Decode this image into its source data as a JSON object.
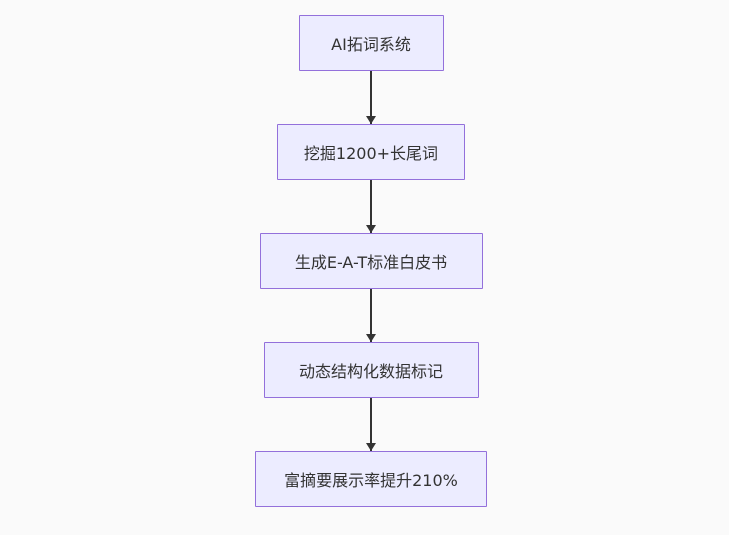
{
  "diagram": {
    "type": "flowchart",
    "direction": "top-down",
    "nodes": [
      {
        "id": "step-1",
        "label": "AI拓词系统"
      },
      {
        "id": "step-2",
        "label": "挖掘1200+长尾词"
      },
      {
        "id": "step-3",
        "label": "生成E-A-T标准白皮书"
      },
      {
        "id": "step-4",
        "label": "动态结构化数据标记"
      },
      {
        "id": "step-5",
        "label": "富摘要展示率提升210%"
      }
    ],
    "edges": [
      {
        "from": "step-1",
        "to": "step-2",
        "arrow": "down"
      },
      {
        "from": "step-2",
        "to": "step-3",
        "arrow": "down"
      },
      {
        "from": "step-3",
        "to": "step-4",
        "arrow": "down"
      },
      {
        "from": "step-4",
        "to": "step-5",
        "arrow": "down"
      }
    ]
  },
  "theme": {
    "page_bg": "#fafafa",
    "node_fill": "#ececff",
    "node_border": "#9370db",
    "node_text": "#333333",
    "arrow_color": "#333333"
  }
}
